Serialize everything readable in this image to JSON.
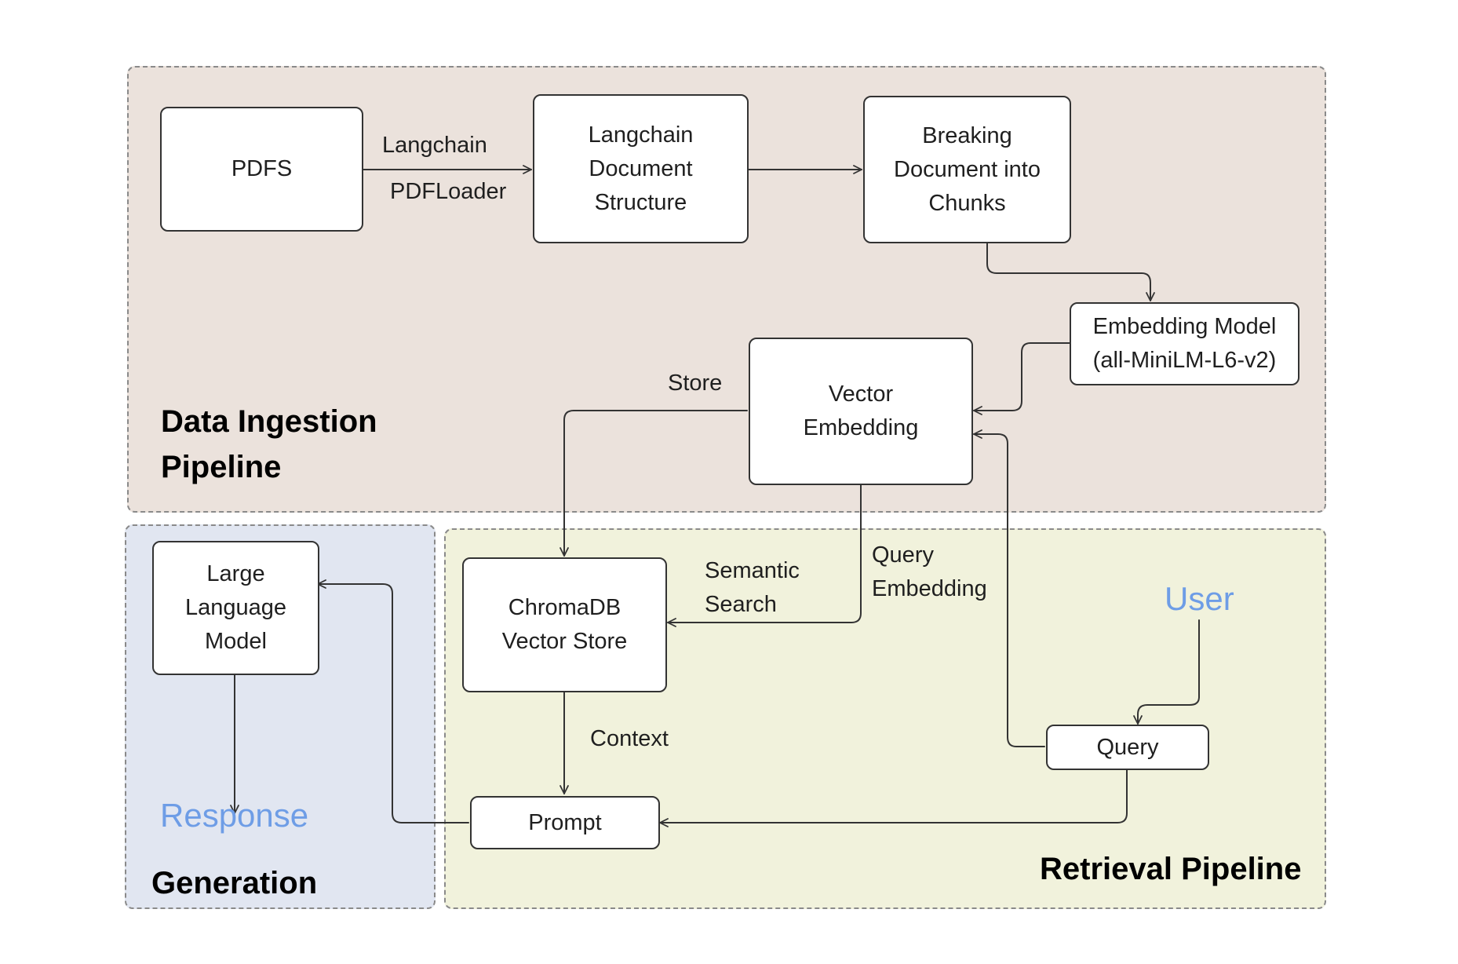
{
  "colors": {
    "ingestion_fill": "#ebe2dc",
    "generation_fill": "#e1e6f1",
    "retrieval_fill": "#f1f2dc",
    "accent_text": "#6e9de6",
    "line": "#333333"
  },
  "regions": {
    "ingestion": {
      "title_line1": "Data Ingestion",
      "title_line2": "Pipeline"
    },
    "generation": {
      "title": "Generation"
    },
    "retrieval": {
      "title": "Retrieval Pipeline"
    }
  },
  "nodes": {
    "pdfs": {
      "label": "PDFS"
    },
    "doc_structure": {
      "line1": "Langchain",
      "line2": "Document",
      "line3": "Structure"
    },
    "chunks": {
      "line1": "Breaking",
      "line2": "Document into",
      "line3": "Chunks"
    },
    "embedding_model": {
      "line1": "Embedding Model",
      "line2": "(all-MiniLM-L6-v2)"
    },
    "vector_embedding": {
      "line1": "Vector",
      "line2": "Embedding"
    },
    "chromadb": {
      "line1": "ChromaDB",
      "line2": "Vector Store"
    },
    "llm": {
      "line1": "Large",
      "line2": "Language",
      "line3": "Model"
    },
    "prompt": {
      "label": "Prompt"
    },
    "query": {
      "label": "Query"
    }
  },
  "edge_labels": {
    "loader_line1": "Langchain",
    "loader_line2": "PDFLoader",
    "store": "Store",
    "semantic_line1": "Semantic",
    "semantic_line2": "Search",
    "query_emb_line1": "Query",
    "query_emb_line2": "Embedding",
    "context": "Context"
  },
  "terminals": {
    "user": "User",
    "response": "Response"
  }
}
